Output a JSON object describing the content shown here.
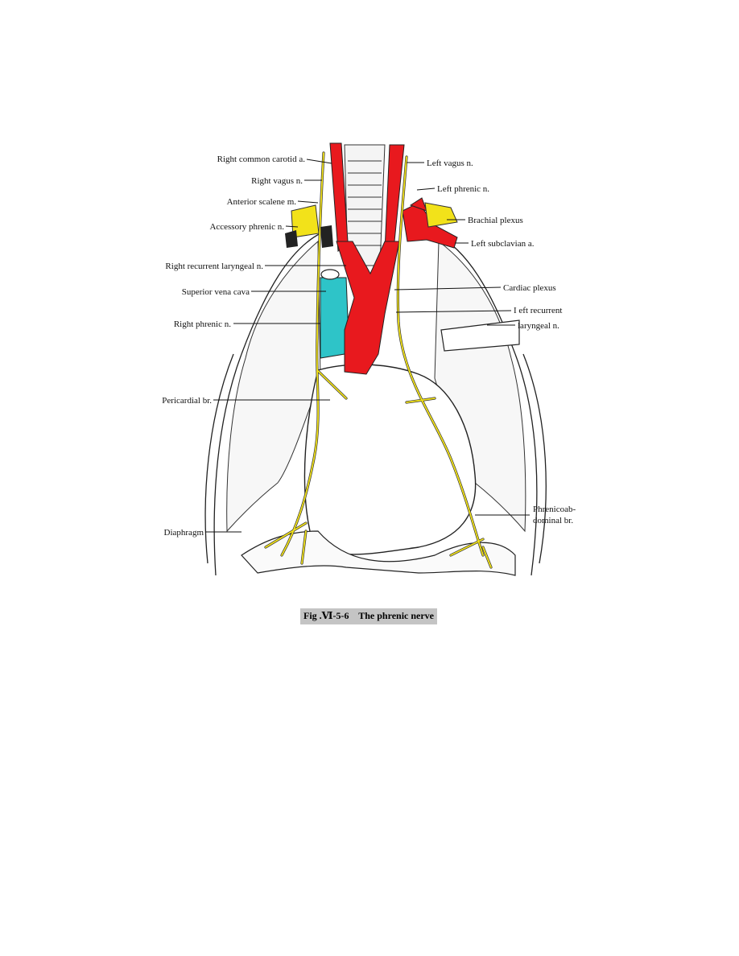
{
  "labels": {
    "right_common_carotid": "Right common carotid a.",
    "right_vagus": "Right vagus n.",
    "anterior_scalene": "Anterior scalene m.",
    "accessory_phrenic": "Accessory phrenic n.",
    "right_recurrent_laryngeal": "Right recurrent laryngeal n.",
    "superior_vena_cava": "Superior vena cava",
    "right_phrenic": "Right phrenic n.",
    "pericardial_br": "Pericardial br.",
    "diaphragm": "Diaphragm",
    "left_vagus": "Left vagus n.",
    "left_phrenic": "Left phrenic n.",
    "brachial_plexus": "Brachial plexus",
    "left_subclavian": "Left subclavian a.",
    "cardiac_plexus": "Cardiac plexus",
    "left_recurrent_line1": "I eft recurrent",
    "left_recurrent_line2": "laryngeal n.",
    "phrenicoabdominal_line1": "Phrenicoab-",
    "phrenicoabdominal_line2": "dominal br."
  },
  "caption": "Fig .Ⅵ-5-6    The phrenic nerve",
  "colors": {
    "artery": "#e8191e",
    "vein": "#2ec4c8",
    "nerve": "#f2e21a",
    "outline": "#222222",
    "caption_bg": "#c4c4c4"
  }
}
